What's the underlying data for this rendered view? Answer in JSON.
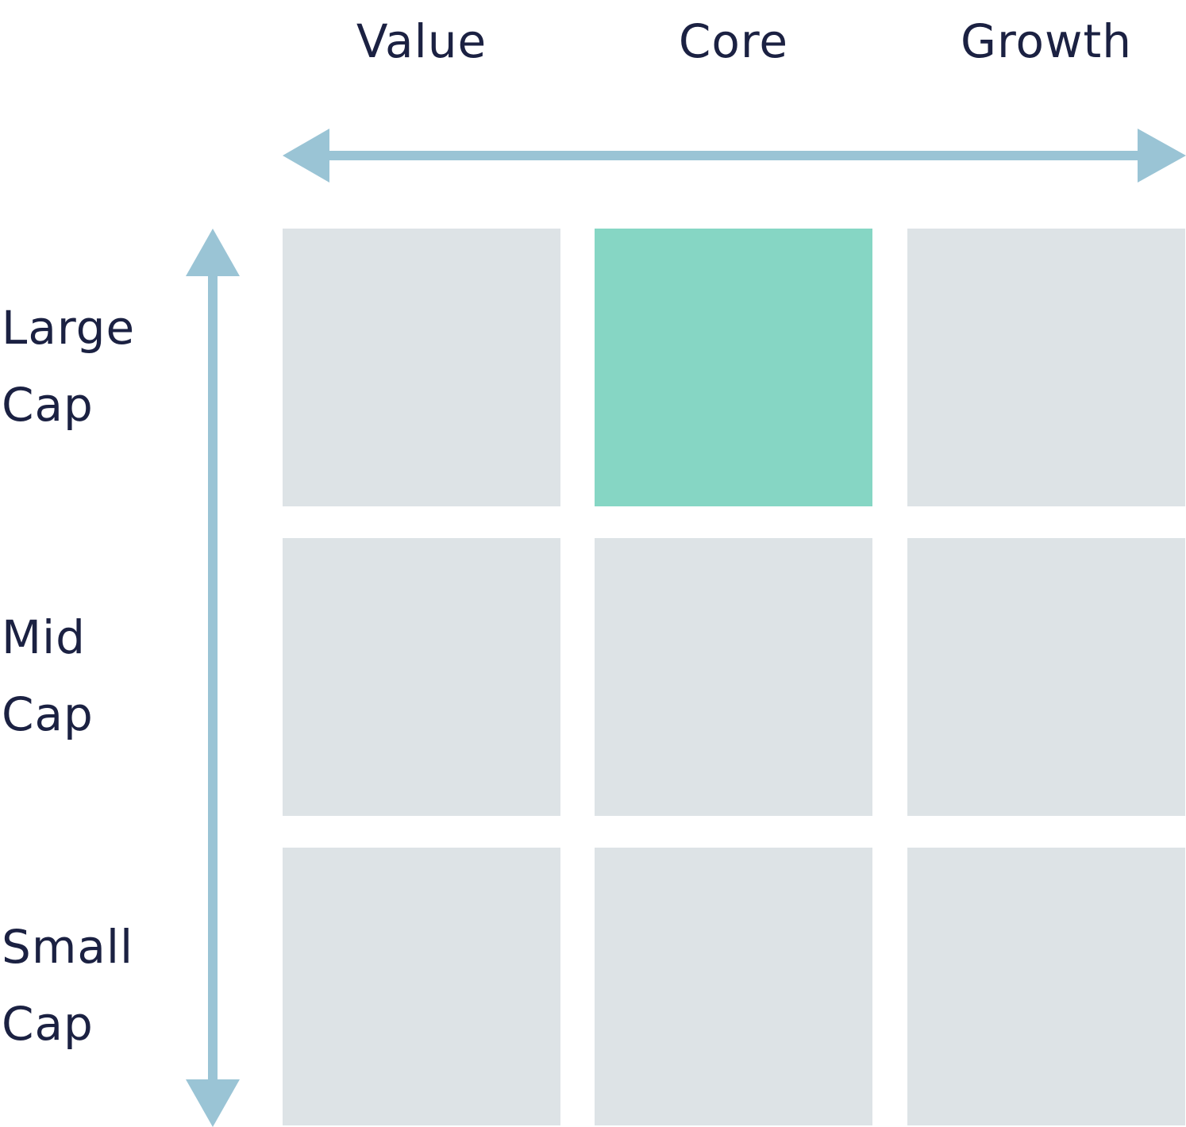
{
  "columns": [
    {
      "label": "Value"
    },
    {
      "label": "Core"
    },
    {
      "label": "Growth"
    }
  ],
  "rows": [
    {
      "label_line1": "Large",
      "label_line2": "Cap"
    },
    {
      "label_line1": "Mid",
      "label_line2": "Cap"
    },
    {
      "label_line1": "Small",
      "label_line2": "Cap"
    }
  ],
  "highlighted_cell": {
    "row": "Large Cap",
    "column": "Core"
  },
  "colors": {
    "text": "#1b2142",
    "cell": "#dde3e6",
    "highlight": "#86d6c4",
    "arrow": "#9ac4d5"
  }
}
